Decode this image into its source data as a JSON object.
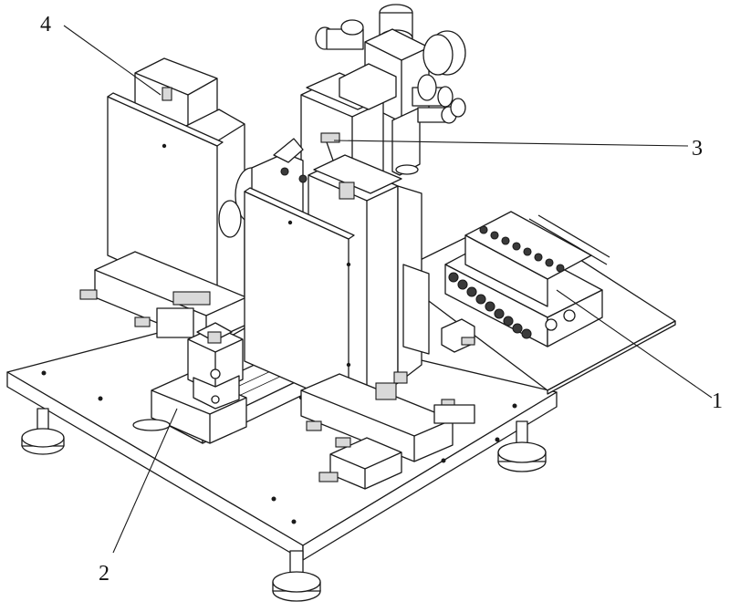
{
  "labels": {
    "one": "1",
    "two": "2",
    "three": "3",
    "four": "4"
  }
}
